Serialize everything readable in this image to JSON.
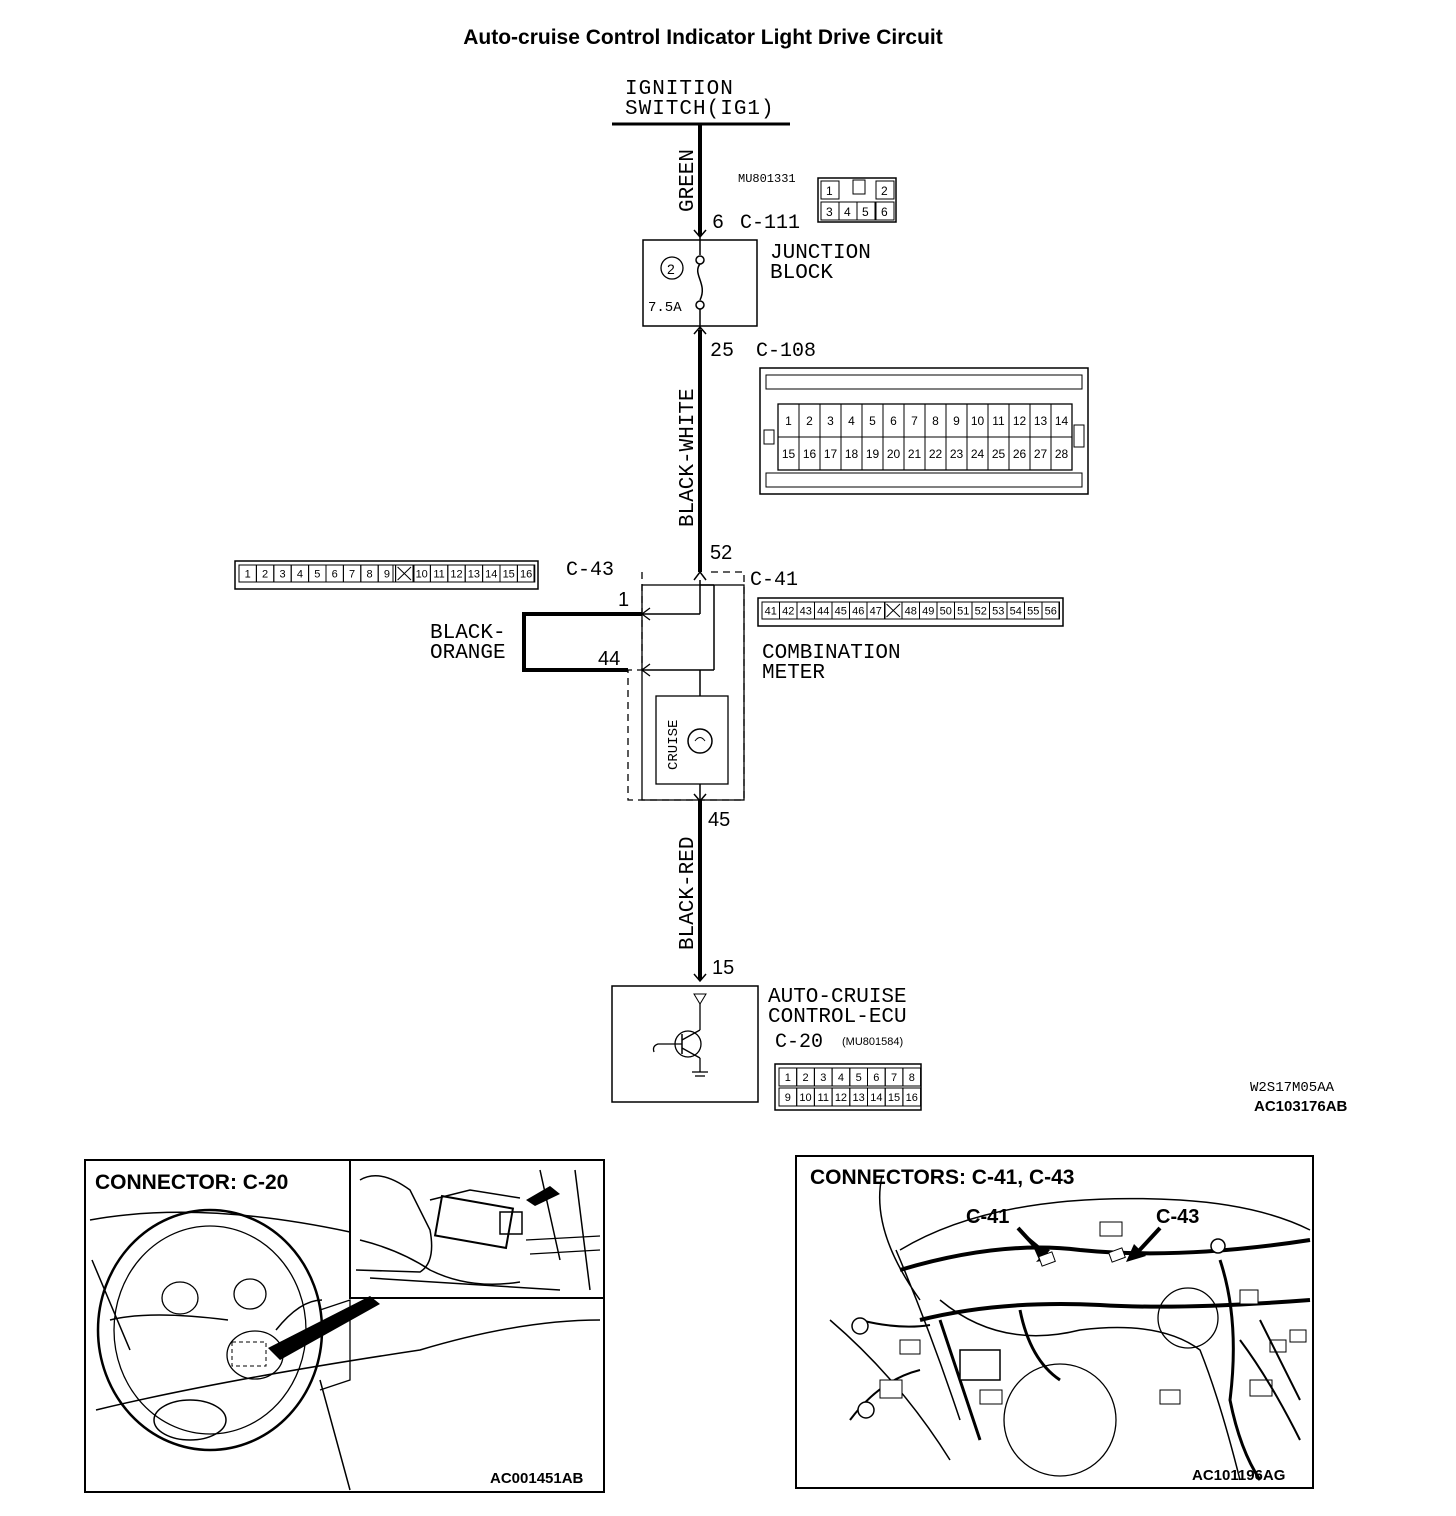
{
  "title": "Auto-cruise Control Indicator Light Drive Circuit",
  "ignition": {
    "line1": "IGNITION",
    "line2": "SWITCH(IG1)"
  },
  "wires": {
    "green": "GREEN",
    "black_white": "BLACK-WHITE",
    "black_orange_1": "BLACK-",
    "black_orange_2": "ORANGE",
    "black_red": "BLACK-RED"
  },
  "c111": {
    "pin": "6",
    "name": "C-111",
    "part": "MU801331",
    "cells_top": [
      "1",
      "",
      "2"
    ],
    "cells_bottom": [
      "3",
      "4",
      "5",
      "6"
    ]
  },
  "junction": {
    "line1": "JUNCTION",
    "line2": "BLOCK",
    "fuse_no": "2",
    "fuse_rating": "7.5A"
  },
  "c108": {
    "pin": "25",
    "name": "C-108",
    "row1": [
      "1",
      "2",
      "3",
      "4",
      "5",
      "6",
      "7",
      "8",
      "9",
      "10",
      "11",
      "12",
      "13",
      "14"
    ],
    "row2": [
      "15",
      "16",
      "17",
      "18",
      "19",
      "20",
      "21",
      "22",
      "23",
      "24",
      "25",
      "26",
      "27",
      "28"
    ]
  },
  "c43": {
    "name": "C-43",
    "cells": [
      "1",
      "2",
      "3",
      "4",
      "5",
      "6",
      "7",
      "8",
      "9",
      "",
      "10",
      "11",
      "12",
      "13",
      "14",
      "15",
      "16"
    ]
  },
  "c41": {
    "name": "C-41",
    "cells": [
      "41",
      "42",
      "43",
      "44",
      "45",
      "46",
      "47",
      "",
      "48",
      "49",
      "50",
      "51",
      "52",
      "53",
      "54",
      "55",
      "56"
    ]
  },
  "meter": {
    "line1": "COMBINATION",
    "line2": "METER",
    "pin52": "52",
    "pin1": "1",
    "pin44": "44",
    "pin45": "45",
    "lamp": "CRUISE"
  },
  "ecu": {
    "line1": "AUTO-CRUISE",
    "line2": "CONTROL-ECU",
    "name": "C-20",
    "part": "(MU801584)",
    "pin": "15",
    "row1": [
      "1",
      "2",
      "3",
      "4",
      "5",
      "6",
      "7",
      "8"
    ],
    "row2": [
      "9",
      "10",
      "11",
      "12",
      "13",
      "14",
      "15",
      "16"
    ]
  },
  "codes": {
    "small": "W2S17M05AA",
    "main": "AC103176AB"
  },
  "panel_left": {
    "heading": "CONNECTOR: C-20",
    "code": "AC001451AB"
  },
  "panel_right": {
    "heading": "CONNECTORS: C-41, C-43",
    "label_c41": "C-41",
    "label_c43": "C-43",
    "code": "AC101196AG"
  }
}
